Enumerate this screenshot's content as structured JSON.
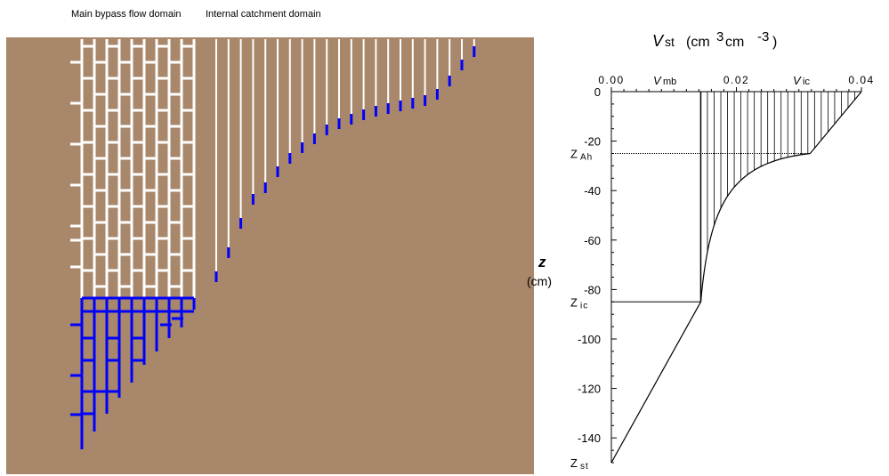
{
  "labels": {
    "main_bypass_domain": "Main bypass flow domain",
    "internal_catchment_domain": "Internal catchment domain"
  },
  "colors": {
    "soil": "#a8876a",
    "macropore_empty": "#ffffff",
    "macropore_filled": "#0000ff"
  },
  "chart_data": {
    "type": "line",
    "title_main": "V",
    "title_sub": "st",
    "title_units": "(cm",
    "title_units_sup": "3",
    "title_units_cm": " cm",
    "title_units_sup2": "-3",
    "title_units_close": ")",
    "ylabel": "z",
    "ylabel_units": "(cm)",
    "xlim": [
      0,
      0.04
    ],
    "ylim": [
      -150,
      0
    ],
    "x_ticks": [
      "0.00",
      "0.02",
      "0.04"
    ],
    "y_ticks": [
      "0",
      "-20",
      "-40",
      "-60",
      "-80",
      "-100",
      "-120",
      "-140"
    ],
    "vmb_label": "V",
    "vmb_sub": "mb",
    "vic_label": "V",
    "vic_sub": "ic",
    "z_labels": [
      {
        "main": "Z",
        "sub": "Ah",
        "z": -25
      },
      {
        "main": "Z",
        "sub": "ic",
        "z": -85
      },
      {
        "main": "Z",
        "sub": "st",
        "z": -150
      }
    ],
    "vmb_value": 0.0143,
    "vic_value": 0.0318,
    "v_max": 0.04,
    "z_ah": -25,
    "z_ic": -85,
    "z_st": -150
  }
}
